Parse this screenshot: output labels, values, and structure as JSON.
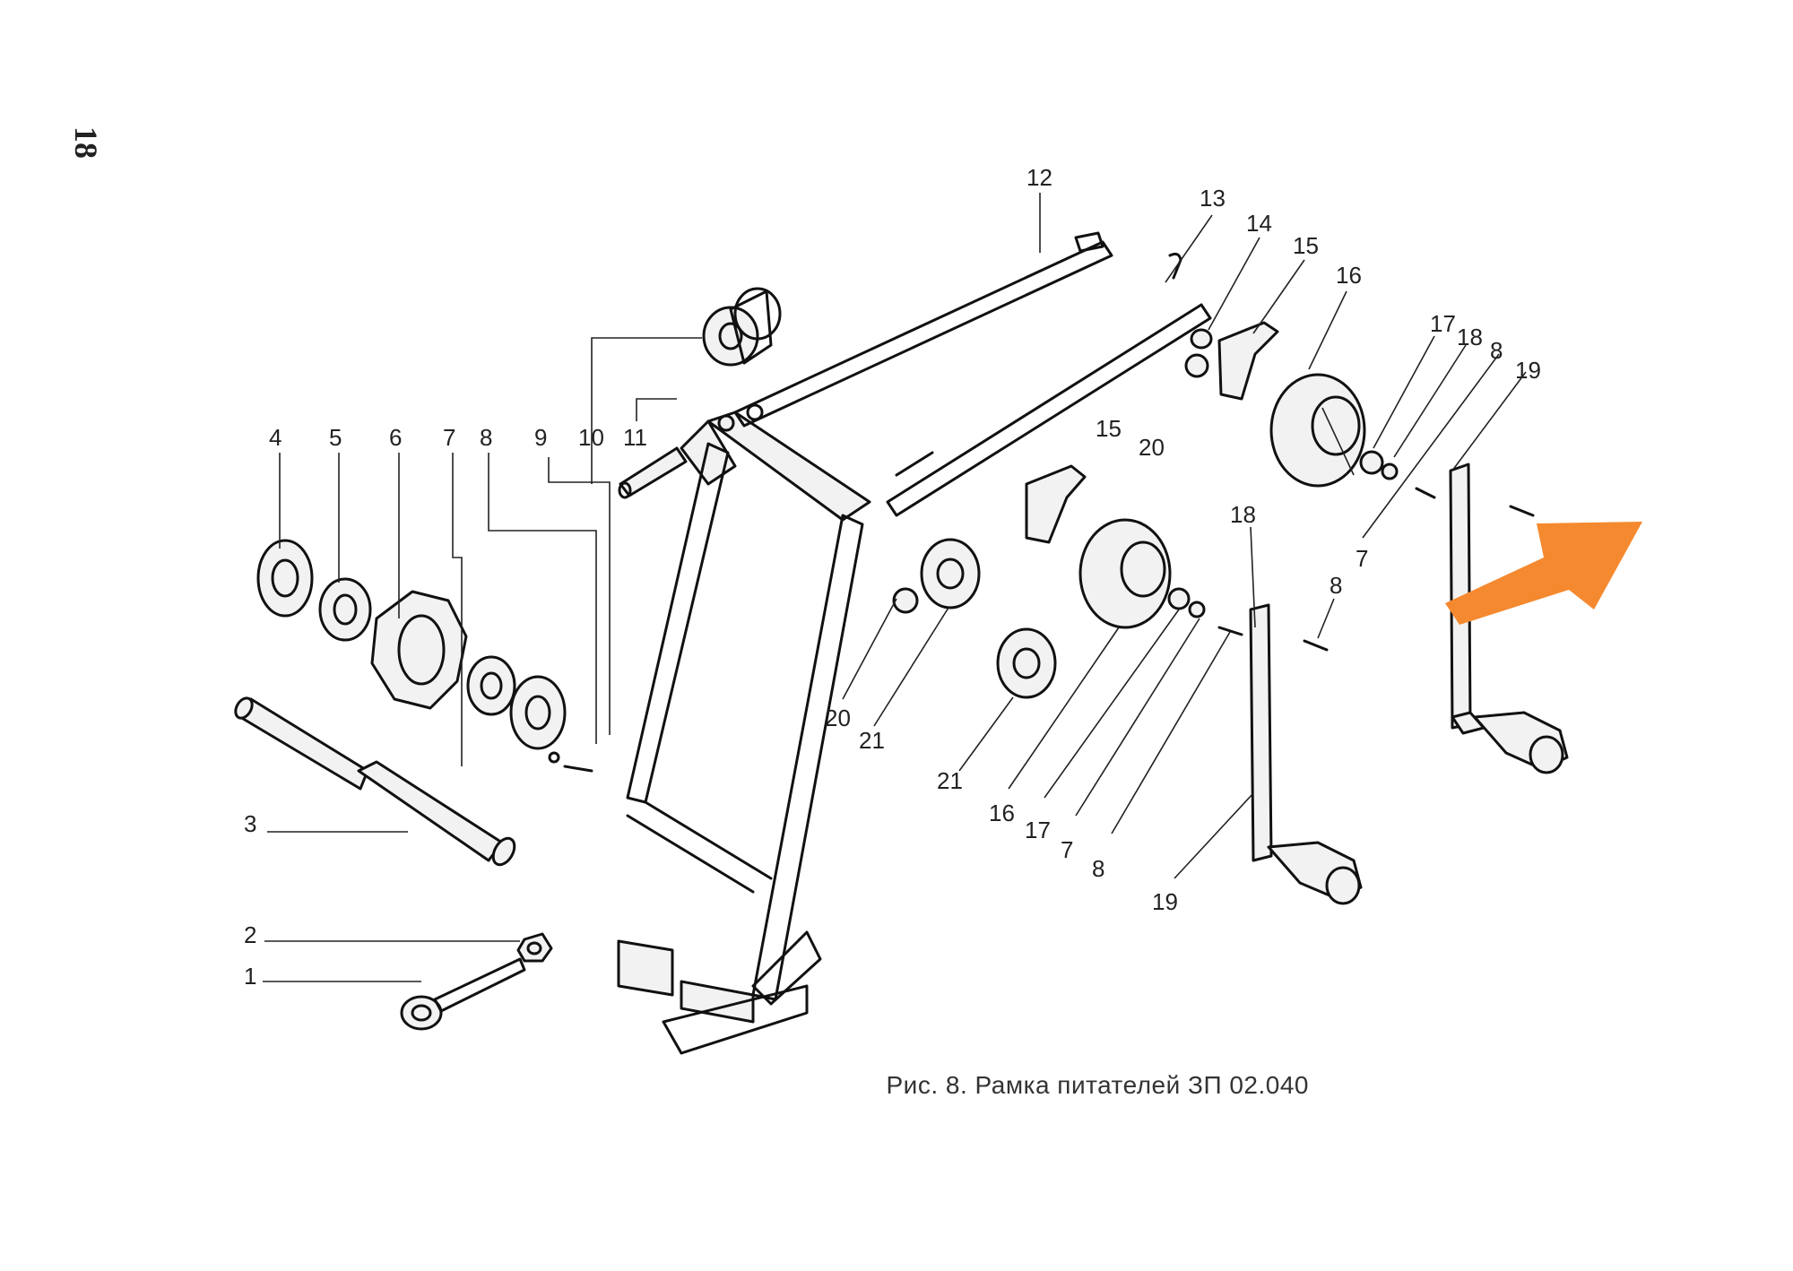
{
  "page_number": "18",
  "caption": "Рис. 8. Рамка питателей ЗП 02.040",
  "accent_arrow_color": "#F5892F",
  "callouts": {
    "c1": "1",
    "c2": "2",
    "c3": "3",
    "c4": "4",
    "c5": "5",
    "c6": "6",
    "c7a": "7",
    "c8a": "8",
    "c9": "9",
    "c10": "10",
    "c11": "11",
    "c12": "12",
    "c13": "13",
    "c14": "14",
    "c15a": "15",
    "c15b": "15",
    "c16a": "16",
    "c17a": "17",
    "c18a": "18",
    "c8b": "8",
    "c19a": "19",
    "c20a": "20",
    "c7b": "7",
    "c18b": "18",
    "c8c": "8",
    "c20b": "20",
    "c21a": "21",
    "c21b": "21",
    "c16b": "16",
    "c17b": "17",
    "c7c": "7",
    "c8d": "8",
    "c19b": "19"
  }
}
